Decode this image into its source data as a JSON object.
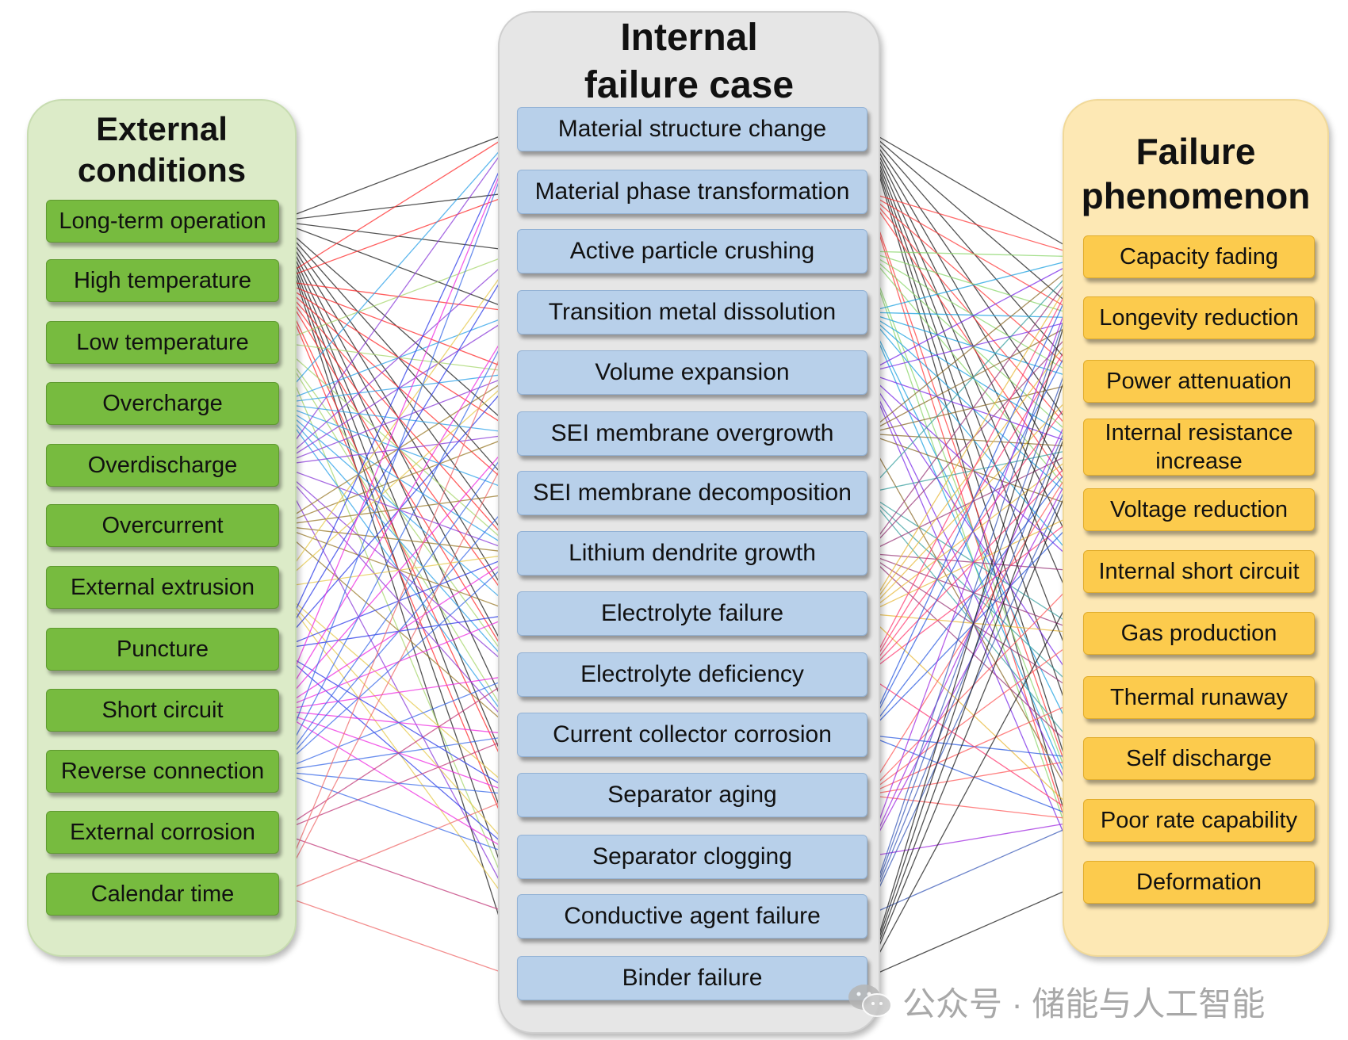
{
  "columns": {
    "external": {
      "title_line1": "External",
      "title_line2": "conditions",
      "items": [
        "Long-term operation",
        "High temperature",
        "Low temperature",
        "Overcharge",
        "Overdischarge",
        "Overcurrent",
        "External extrusion",
        "Puncture",
        "Short circuit",
        "Reverse connection",
        "External corrosion",
        "Calendar time"
      ]
    },
    "internal": {
      "title_line1": "Internal",
      "title_line2": "failure case",
      "items": [
        "Material structure change",
        "Material phase transformation",
        "Active particle crushing",
        "Transition metal dissolution",
        "Volume expansion",
        "SEI membrane overgrowth",
        "SEI membrane decomposition",
        "Lithium dendrite growth",
        "Electrolyte failure",
        "Electrolyte deficiency",
        "Current collector corrosion",
        "Separator aging",
        "Separator clogging",
        "Conductive agent failure",
        "Binder failure"
      ]
    },
    "phenomenon": {
      "title_line1": "Failure",
      "title_line2": "phenomenon",
      "items": [
        "Capacity fading",
        "Longevity reduction",
        "Power attenuation",
        "Internal resistance increase",
        "Voltage reduction",
        "Internal short circuit",
        "Gas production",
        "Thermal runaway",
        "Self discharge",
        "Poor rate capability",
        "Deformation"
      ]
    }
  },
  "colors": {
    "external_panel": "#dcebc8",
    "external_node": "#77bb3f",
    "internal_panel": "#e6e6e6",
    "internal_node": "#b8d0ea",
    "phenomenon_panel": "#fde8b4",
    "phenomenon_node": "#fccb4d",
    "external_links": [
      "#1a1a1a",
      "#ff2a2a",
      "#a6d66b",
      "#2aa0e8",
      "#8a3ad8",
      "#9a7a2a",
      "#e6c84a",
      "#2a3ae8",
      "#ee2ae0",
      "#3a6ae8",
      "#c23a7a",
      "#ef6a6a"
    ],
    "internal_links": [
      "#1a1a1a",
      "#ff3a3a",
      "#8ad66a",
      "#1aa0e0",
      "#7a2ae8",
      "#8a6a2a",
      "#3aa0a0",
      "#9a3a7a",
      "#e8b83a",
      "#ff3a70",
      "#2a5ae0",
      "#ff5a5a",
      "#a02ae0",
      "#3a5ab8",
      "#1a1a1a"
    ]
  },
  "links": {
    "external_to_internal": [
      [
        0,
        1,
        2,
        3,
        5,
        6,
        7,
        8,
        9,
        10,
        11,
        12,
        13,
        14
      ],
      [
        0,
        1,
        3,
        4,
        5,
        6,
        7,
        8,
        9,
        11,
        12
      ],
      [
        2,
        4,
        7,
        9,
        10,
        13
      ],
      [
        0,
        3,
        4,
        5,
        6,
        7,
        8,
        9,
        10
      ],
      [
        0,
        2,
        3,
        4,
        5,
        7,
        9,
        10,
        13
      ],
      [
        4,
        5,
        6,
        7,
        8,
        10
      ],
      [
        2,
        4,
        7,
        11,
        12,
        13
      ],
      [
        0,
        2,
        4,
        7,
        8,
        11,
        12
      ],
      [
        0,
        3,
        5,
        7,
        8,
        9,
        10,
        11,
        12
      ],
      [
        0,
        3,
        5,
        6,
        7,
        9,
        10,
        11,
        12
      ],
      [
        9,
        10,
        13
      ],
      [
        3,
        5,
        11,
        14
      ]
    ],
    "internal_to_phenomenon": [
      [
        0,
        1,
        2,
        3,
        4,
        5,
        6,
        7,
        8,
        9,
        10
      ],
      [
        0,
        1,
        2,
        3,
        4,
        9,
        10
      ],
      [
        0,
        1,
        2,
        3,
        4,
        9,
        10
      ],
      [
        0,
        1,
        2,
        3,
        4,
        5,
        8,
        9
      ],
      [
        0,
        1,
        3,
        5,
        7,
        9,
        10
      ],
      [
        0,
        1,
        2,
        3,
        4,
        9
      ],
      [
        0,
        3,
        6,
        7,
        8
      ],
      [
        0,
        1,
        3,
        5,
        6,
        7,
        8
      ],
      [
        0,
        1,
        2,
        3,
        4,
        6,
        9
      ],
      [
        0,
        1,
        2,
        3,
        4,
        9
      ],
      [
        0,
        1,
        3,
        4,
        8,
        9
      ],
      [
        3,
        5,
        6,
        7,
        8,
        9
      ],
      [
        0,
        2,
        3,
        9
      ],
      [
        0,
        1,
        2,
        3,
        9
      ],
      [
        0,
        1,
        2,
        3,
        5,
        10
      ]
    ]
  },
  "watermark": {
    "text": "公众号 · 储能与人工智能",
    "icon": "wechat-icon"
  }
}
